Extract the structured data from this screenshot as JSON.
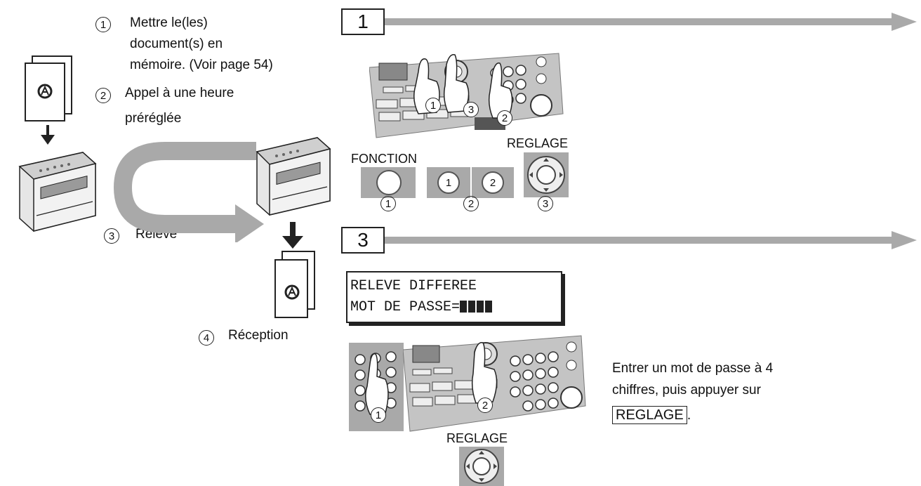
{
  "left_steps": [
    {
      "num": "1",
      "lines": [
        "Mettre le(les)",
        "document(s) en",
        "mémoire. (Voir page 54)"
      ]
    },
    {
      "num": "2",
      "lines": [
        "Appel à une heure",
        "préréglée"
      ]
    },
    {
      "num": "3",
      "lines": [
        "Relève"
      ]
    },
    {
      "num": "4",
      "lines": [
        "Réception"
      ]
    }
  ],
  "steps": [
    {
      "number": "1"
    },
    {
      "number": "3"
    }
  ],
  "step1": {
    "key_fonction": "FONCTION",
    "key_reglage": "REGLAGE",
    "key1": "1",
    "key2": "2",
    "callouts": [
      "1",
      "2",
      "3"
    ],
    "hand_callouts": [
      "1",
      "3",
      "2"
    ]
  },
  "step3": {
    "lcd_line1": "RELEVE DIFFEREE",
    "lcd_line2_prefix": "MOT DE PASSE=",
    "hand_callouts": [
      "1",
      "2"
    ],
    "key_reglage": "REGLAGE",
    "instruction_lines": [
      "Entrer un mot de passe à 4",
      "chiffres, puis appuyer sur"
    ],
    "instruction_key": "REGLAGE",
    "instruction_end": "."
  },
  "colors": {
    "arrow": "#a9a9a9",
    "key_bg": "#a9a9a9",
    "panel": "#bdbdbd",
    "dark": "#222222"
  }
}
